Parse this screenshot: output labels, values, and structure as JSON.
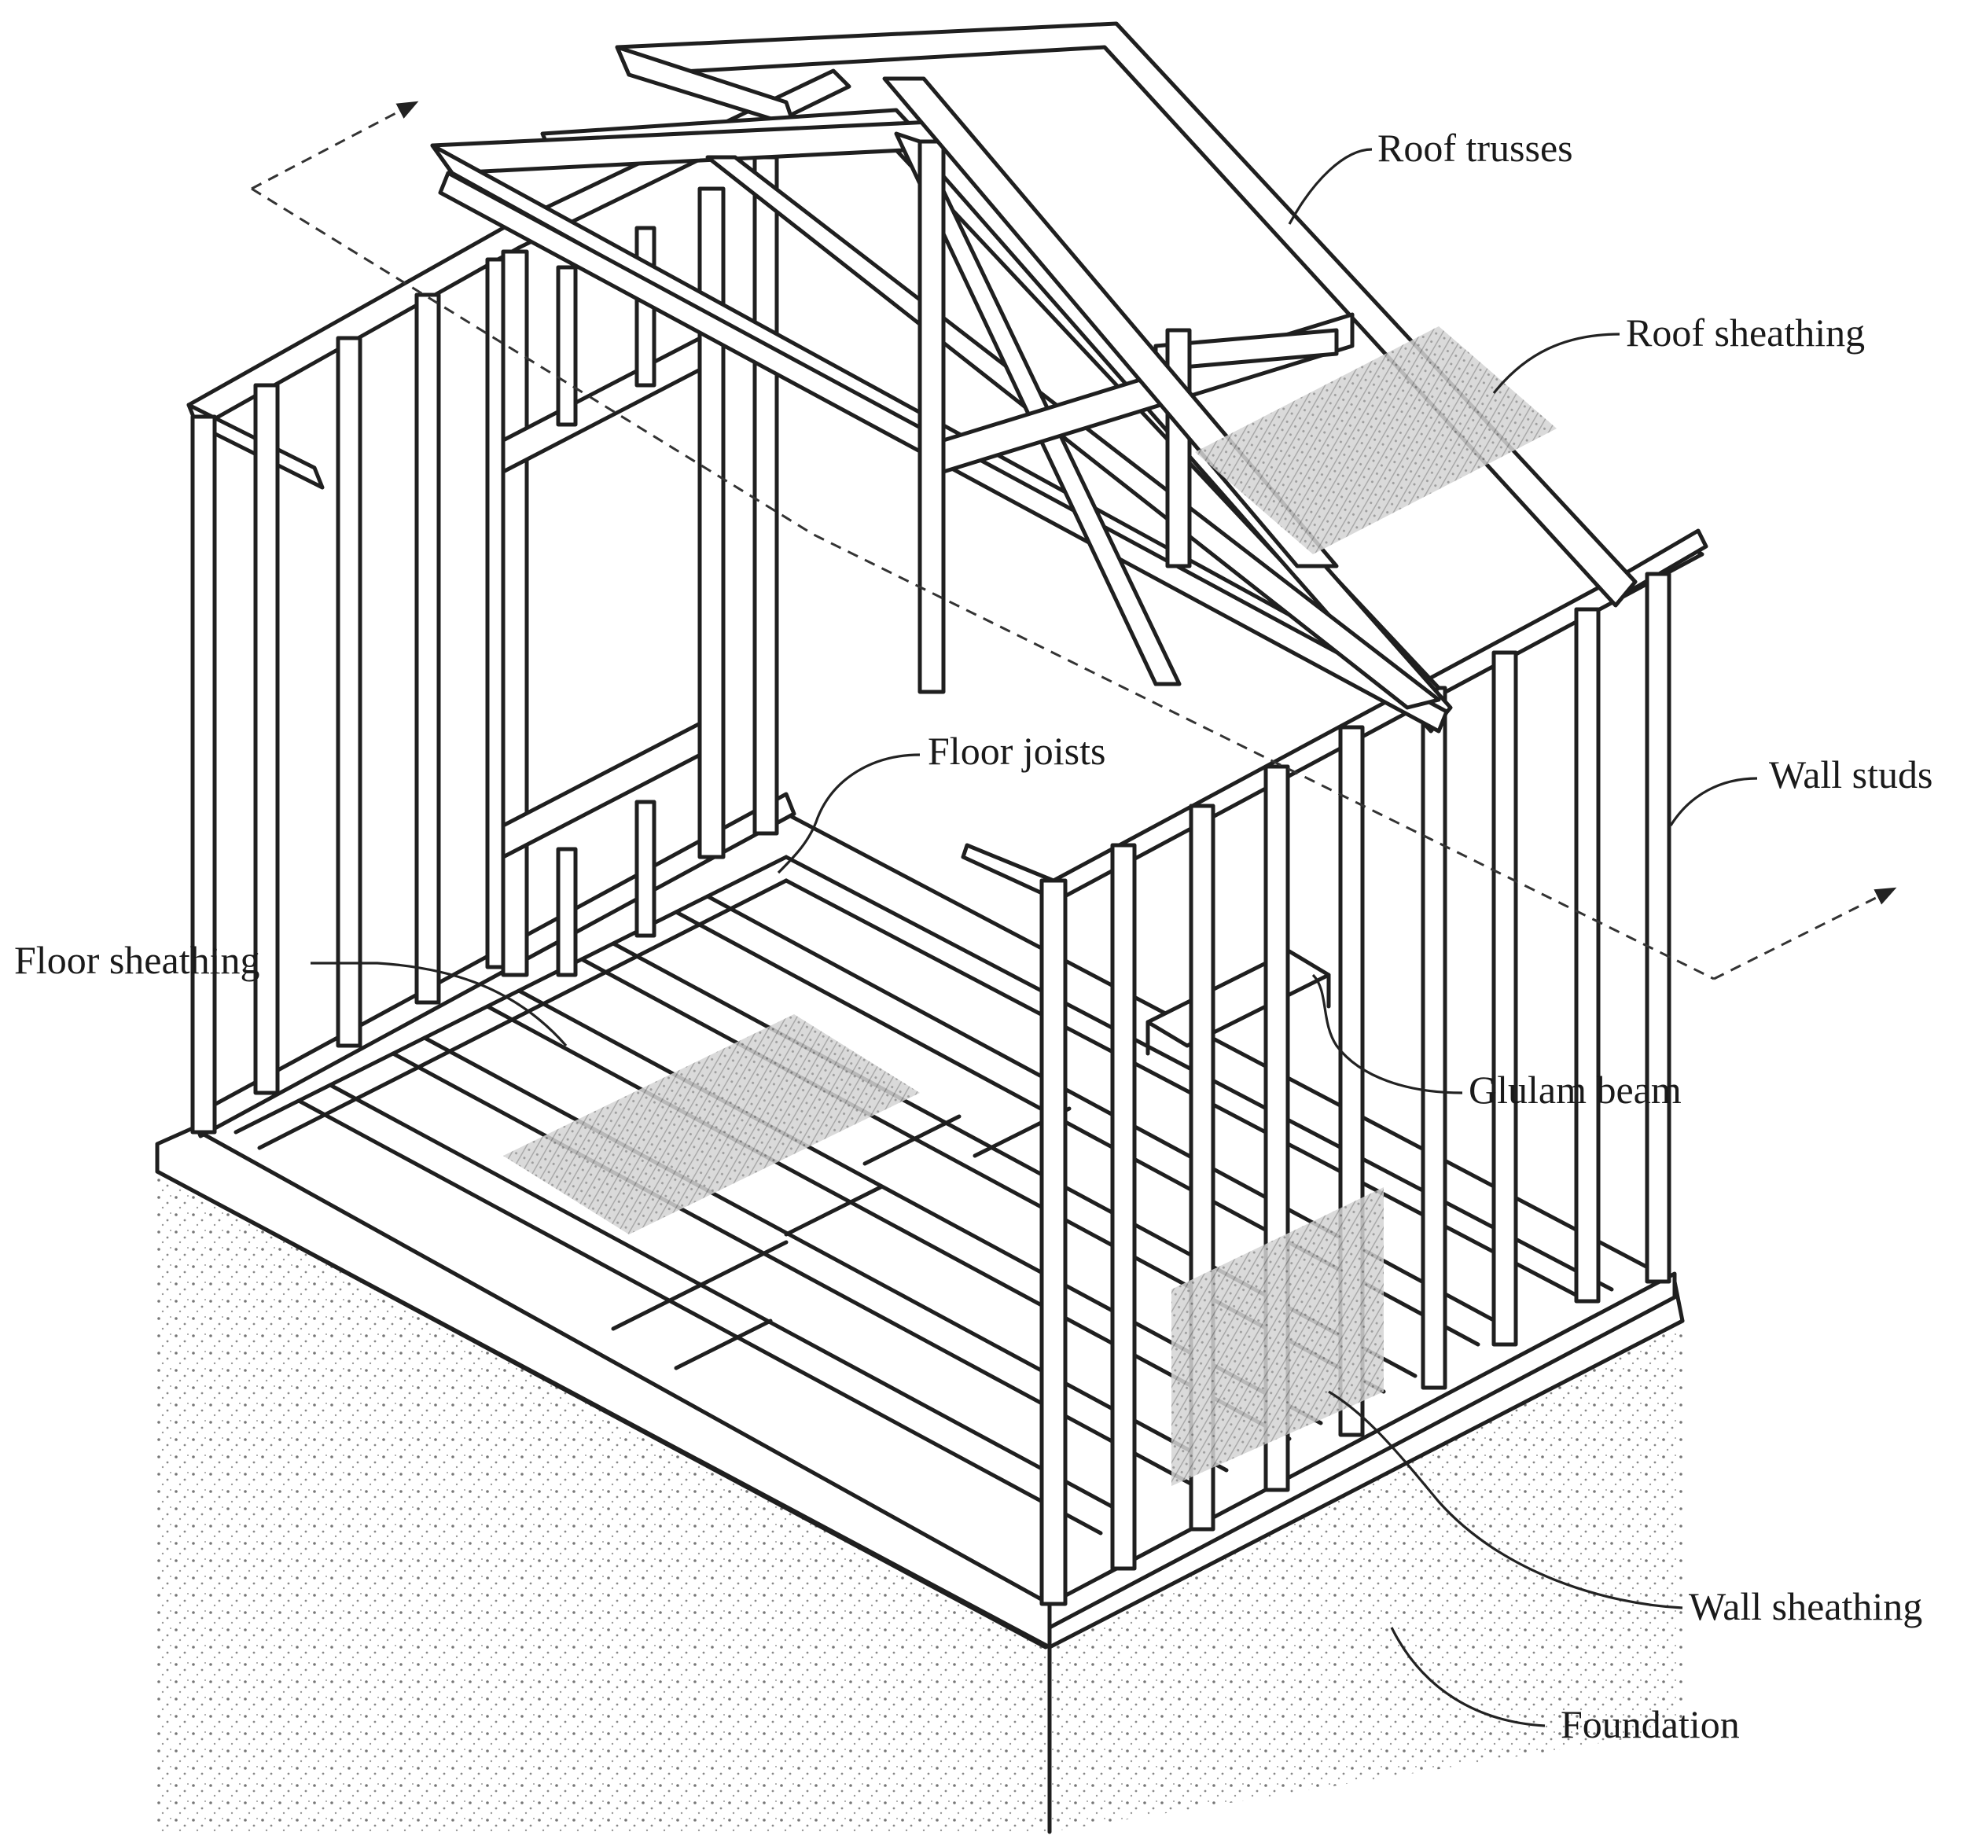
{
  "labels": {
    "roof_trusses": "Roof trusses",
    "roof_sheathing": "Roof sheathing",
    "wall_studs": "Wall studs",
    "floor_joists": "Floor joists",
    "floor_sheathing": "Floor sheathing",
    "glulam_beam": "Glulam beam",
    "wall_sheathing": "Wall sheathing",
    "foundation": "Foundation"
  },
  "colors": {
    "ink": "#1f1f1f",
    "sheathing": "#9a9a9a",
    "foundation_dots": "#777777",
    "background": "#ffffff"
  }
}
